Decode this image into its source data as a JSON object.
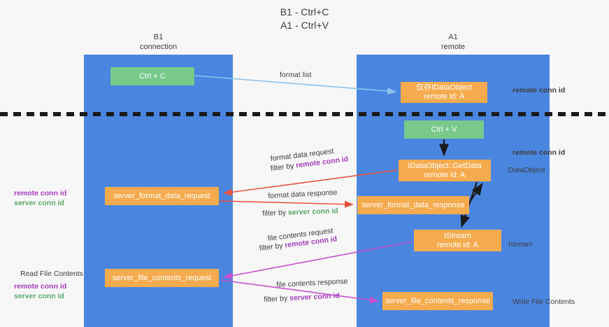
{
  "title": {
    "line1": "B1 - Ctrl+C",
    "line2": "A1 - Ctrl+V"
  },
  "lanes": [
    {
      "id": "b1",
      "name": "B1",
      "sub": "connection",
      "color": "#4a86e0"
    },
    {
      "id": "a1",
      "name": "A1",
      "sub": "remote",
      "color": "#4a86e0"
    }
  ],
  "colors": {
    "lane": "#4a86e0",
    "green_node": "#78c98a",
    "orange_node": "#f5ab4e",
    "purple_keyword": "#a33bbd",
    "green_keyword": "#5aa86a",
    "arrow_blue": "#8fc3ec",
    "arrow_red": "#e8523f",
    "arrow_black": "#1a1a1a",
    "arrow_magenta": "#c84fd0",
    "divider": "#1a1a1a"
  },
  "nodes": {
    "ctrl_c": {
      "label": "Ctrl + C",
      "sub": "",
      "style": "green"
    },
    "idataobject": {
      "label": "仅存IDataObject",
      "sub": "remote id: A",
      "style": "orange"
    },
    "ctrl_v": {
      "label": "Ctrl + V",
      "sub": "",
      "style": "green"
    },
    "getdata": {
      "label": "IDataObject::GetData",
      "sub": "remote id: A",
      "style": "orange"
    },
    "server_format_data_request": {
      "label": "server_format_data_request",
      "sub": "",
      "style": "orange"
    },
    "server_format_data_response": {
      "label": "server_format_data_response",
      "sub": "",
      "style": "orange"
    },
    "istream": {
      "label": "IStream",
      "sub": "remote id: A",
      "style": "orange"
    },
    "server_file_contents_request": {
      "label": "server_file_contents_request",
      "sub": "",
      "style": "orange"
    },
    "server_file_contents_response": {
      "label": "server_file_contents_response",
      "sub": "",
      "style": "orange"
    }
  },
  "annotations": {
    "format_list": "format list",
    "format_data_request": "format data request",
    "format_data_request_filter_prefix": "filter by ",
    "format_data_request_filter_key": "remote conn id",
    "format_data_response": "format data response",
    "format_data_response_filter_prefix": "filter by ",
    "format_data_response_filter_key": "server conn id",
    "file_contents_request": "file contents request",
    "file_contents_request_filter_prefix": "filter by ",
    "file_contents_request_filter_key": "remote conn id",
    "file_contents_response": "file contents response",
    "file_contents_response_filter_prefix": "filter by ",
    "file_contents_response_filter_key": "server conn id"
  },
  "side_labels": {
    "remote_conn_id_top": "remote conn id",
    "remote_conn_id_mid": "remote conn id",
    "dataobject": "DataObject",
    "istream": "Istream",
    "write_file_contents": "Write File Contents",
    "read_file_contents": "Read File Contents",
    "left_remote_conn_id_mid": "remote conn id",
    "left_server_conn_id_mid": "server conn id",
    "left_remote_conn_id_bottom": "remote conn id",
    "left_server_conn_id_bottom": "server conn id"
  }
}
